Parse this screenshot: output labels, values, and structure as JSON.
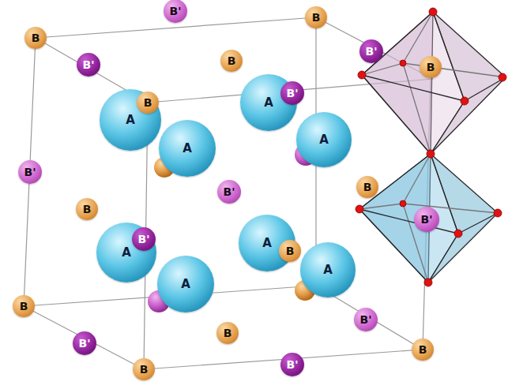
{
  "diagram": {
    "nodes": [
      {
        "text": [
          "B'"
        ]
      },
      {
        "text": [
          "B"
        ]
      },
      {
        "text": [
          "B"
        ]
      },
      {
        "text": [
          "B'"
        ]
      },
      {
        "text": [
          "B"
        ]
      },
      {
        "text": [
          "B'"
        ]
      },
      {
        "text": [
          "B"
        ]
      },
      {
        "text": [
          "B'"
        ]
      },
      {
        "text": [
          "A"
        ]
      },
      {
        "text": [
          "B"
        ]
      },
      {
        "text": [
          "A"
        ]
      },
      {
        "text": [
          "A"
        ]
      },
      {
        "text": [
          "A"
        ]
      },
      {
        "text": [
          "B'"
        ]
      },
      {
        "text": [
          "B"
        ]
      },
      {
        "text": [
          "B'"
        ]
      },
      {
        "text": [
          "B"
        ]
      },
      {
        "text": [
          "B'"
        ]
      },
      {
        "text": [
          "B'"
        ]
      },
      {
        "text": [
          "A"
        ]
      },
      {
        "text": [
          "B"
        ]
      },
      {
        "text": [
          "A"
        ]
      },
      {
        "text": [
          "A"
        ]
      },
      {
        "text": [
          "A"
        ]
      },
      {
        "text": [
          "B"
        ]
      },
      {
        "text": [
          "B'"
        ]
      },
      {
        "text": [
          "B"
        ]
      },
      {
        "text": [
          "B'"
        ]
      },
      {
        "text": [
          "B"
        ]
      },
      {
        "text": [
          "B'"
        ]
      },
      {
        "text": [
          "B"
        ]
      }
    ]
  }
}
